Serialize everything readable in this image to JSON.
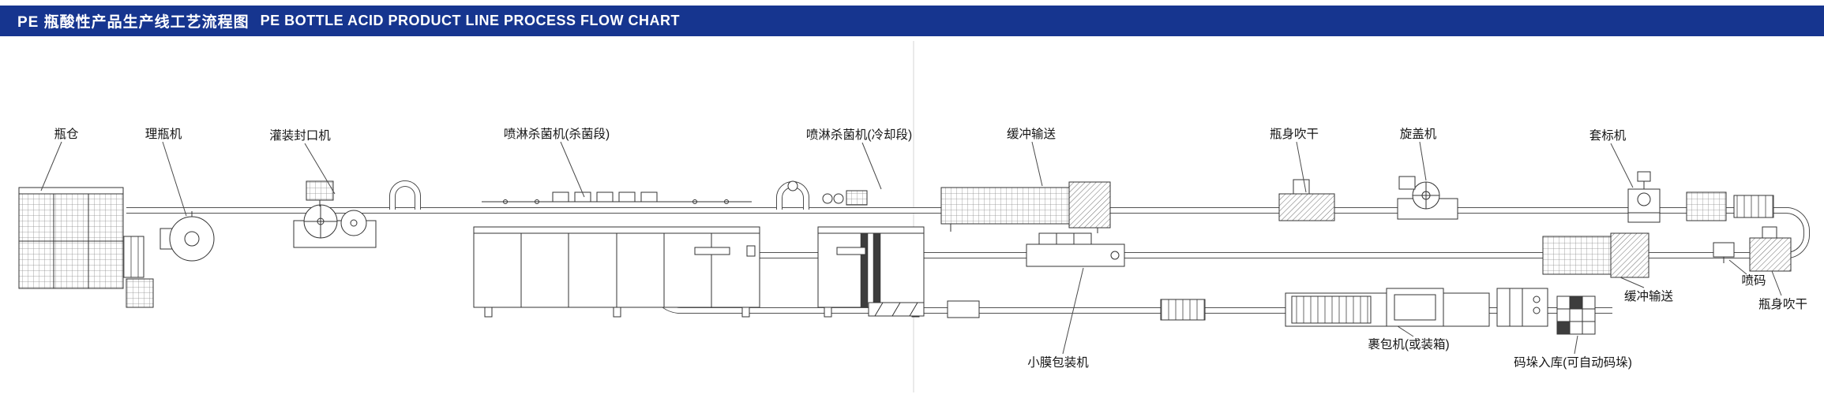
{
  "header": {
    "title_zh": "PE 瓶酸性产品生产线工艺流程图",
    "title_en": "PE BOTTLE ACID PRODUCT LINE PROCESS FLOW CHART"
  },
  "colors": {
    "header_bg": "#16358f",
    "line_color": "#333333"
  },
  "labels": [
    {
      "id": "bottle-silo",
      "text": "瓶仓"
    },
    {
      "id": "bottle-unscrambler",
      "text": "理瓶机"
    },
    {
      "id": "filler-sealer",
      "text": "灌装封口机"
    },
    {
      "id": "spray-sterilizer",
      "text": "喷淋杀菌机(杀菌段)"
    },
    {
      "id": "spray-cooler",
      "text": "喷淋杀菌机(冷却段)"
    },
    {
      "id": "buffer-conveyor-top",
      "text": "缓冲输送"
    },
    {
      "id": "bottle-dryer-top",
      "text": "瓶身吹干"
    },
    {
      "id": "capping-machine",
      "text": "旋盖机"
    },
    {
      "id": "sleeve-labeler",
      "text": "套标机"
    },
    {
      "id": "buffer-conveyor-right",
      "text": "缓冲输送"
    },
    {
      "id": "inkjet-coder",
      "text": "喷码"
    },
    {
      "id": "bottle-dryer-bottom",
      "text": "瓶身吹干"
    },
    {
      "id": "film-packer",
      "text": "小膜包装机"
    },
    {
      "id": "wrapper-machine",
      "text": "裹包机(或装箱)"
    },
    {
      "id": "palletizing",
      "text": "码垛入库(可自动码垛)"
    }
  ]
}
